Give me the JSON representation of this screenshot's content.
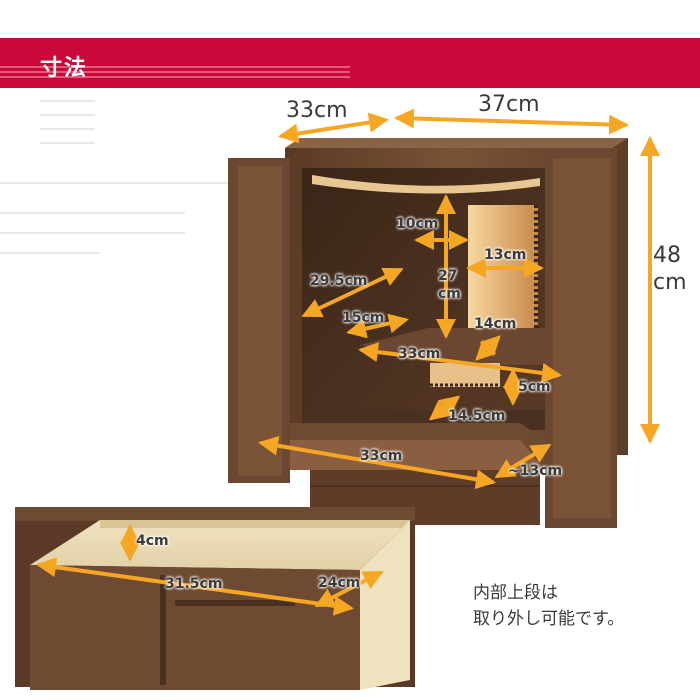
{
  "header": {
    "title": "寸法"
  },
  "dimensions": {
    "depth_outer": "33cm",
    "width_outer": "37cm",
    "height_outer_value": "48",
    "height_outer_unit": "cm",
    "upper_shelf_depth": "10cm",
    "inner_height_value": "27",
    "inner_height_unit": "cm",
    "side_panel_width": "13cm",
    "inner_depth": "29.5cm",
    "step_depth": "15cm",
    "step_width": "14cm",
    "inner_width": "33cm",
    "drawer_front_height": "5cm",
    "lower_depth": "14.5cm",
    "pullout_width": "33cm",
    "pullout_depth": "~13cm",
    "drawer_height": "4cm",
    "drawer_width": "31.5cm",
    "drawer_depth": "24cm"
  },
  "caption": {
    "line1": "内部上段は",
    "line2": "取り外し可能です。"
  },
  "colors": {
    "banner": "#c8093a",
    "arrow": "#f5a623",
    "wood": "#6b4630"
  }
}
